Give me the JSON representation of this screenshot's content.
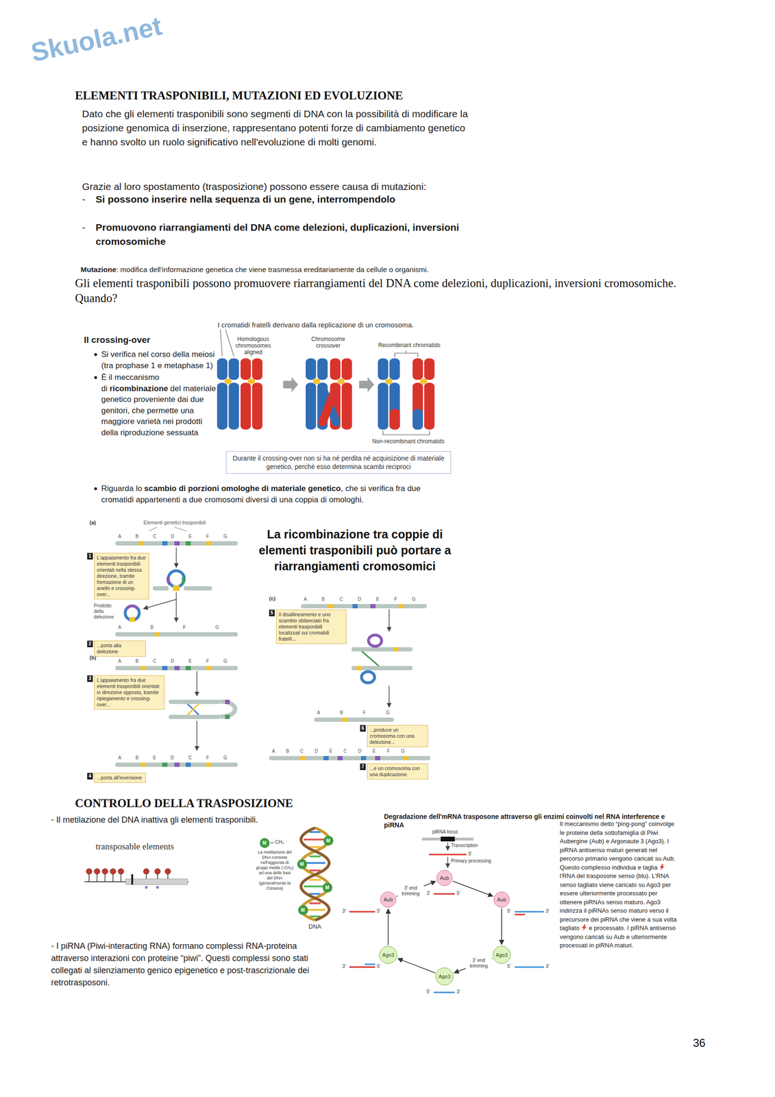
{
  "diagram": {
    "title": "ELEMENTI TRASPONIBILI, MUTAZIONI ED EVOLUZIONE",
    "nodes": [
      {
        "text": [
          "Durante il crossing-over non si ha né perdita né acquisizione di materiale genetico, perché esso determina scambi reciproci"
        ]
      },
      {
        "text": [
          "1",
          "L'appaiamento fra due elementi trasponibili orientati nella stessa direzione, tramite formazione di un anello e crossing-over..."
        ]
      },
      {
        "text": [
          "2",
          "...porta alla delezione"
        ]
      },
      {
        "text": [
          "3",
          "L'appaiamento fra due elementi trasponibili orientati in direzione opposta, tramite ripiegamento e crossing-over..."
        ]
      },
      {
        "text": [
          "4",
          "...porta all'inversione"
        ]
      },
      {
        "text": [
          "5",
          "Il disallineamento e uno scambio sbilanciato fra elementi trasponibili localizzati sui cromatidi fratelli..."
        ]
      },
      {
        "text": [
          "6",
          "...produce un cromosoma con una delezione..."
        ]
      },
      {
        "text": [
          "7",
          "...e un cromosoma con una duplicazione."
        ]
      },
      {
        "text": [
          "M"
        ]
      },
      {
        "text": [
          "M"
        ]
      },
      {
        "text": [
          "M"
        ]
      },
      {
        "text": [
          "M"
        ]
      },
      {
        "text": [
          "M"
        ]
      },
      {
        "text": [
          "Aub"
        ]
      },
      {
        "text": [
          "Aub"
        ]
      },
      {
        "text": [
          "Aub"
        ]
      },
      {
        "text": [
          "Ago3"
        ]
      },
      {
        "text": [
          "Ago3"
        ]
      },
      {
        "text": [
          "Ago3"
        ]
      }
    ],
    "edges": [
      {
        "from": 13,
        "to": 15,
        "arrow": "to"
      },
      {
        "from": 15,
        "to": 17,
        "arrow": "to"
      },
      {
        "from": 17,
        "to": 18,
        "arrow": "to",
        "label": "3' end trimming"
      },
      {
        "from": 18,
        "to": 16,
        "arrow": "to"
      },
      {
        "from": 16,
        "to": 14,
        "arrow": "to"
      },
      {
        "from": 14,
        "to": 13,
        "arrow": "to",
        "label": "3' end trimming"
      }
    ],
    "labels": [
      "Dato che gli elementi trasponibili sono segmenti di DNA con la possibilità di modificare la posizione genomica di inserzione, rappresentano potenti forze di cambiamento genetico e hanno svolto un ruolo significativo nell'evoluzione di molti genomi.",
      "Grazie al loro spostamento (trasposizione) possono essere causa di mutazioni:",
      "-",
      "Si possono inserire nella sequenza di un gene, interrompendolo",
      "-",
      "Promuovono riarrangiamenti del DNA come delezioni, duplicazioni, inversioni cromosomiche",
      "Mutazione",
      ": modifica dell'informazione genetica che viene trasmessa ereditariamente da cellule o organismi.",
      "Gli elementi trasponibili possono promuovere riarrangiamenti del DNA come delezioni, duplicazioni, inversioni cromosomiche. Quando?",
      "I cromatidi fratelli derivano dalla replicazione di un cromosoma.",
      "Il crossing-over",
      "Si verifica nel corso della meiosi (tra prophase 1 e metaphase 1)",
      "È il meccanismo di",
      "ricombinazione",
      "del materiale genetico proveniente dai due genitori, che permette una maggiore varietà nei prodotti della riproduzione sessuata",
      "Homologous chromosomes aligned",
      "Chromosome crossover",
      "Recombinant chromatids",
      "Non-recombinant chromatids",
      "Riguarda lo",
      "scambio di porzioni omologhe di materiale genetico",
      ", che si verifica fra due cromatidi appartenenti a due cromosomi diversi di una coppia di omologhi.",
      "La ricombinazione tra coppie di elementi trasponibili può portare a riarrangiamenti cromosomici",
      "(a)",
      "Elementi genetici trasponibili",
      "A B C D E F G",
      "Prodotto della delezione",
      "A B F G",
      "(b)",
      "A B C D E F G",
      "A B E D C F G",
      "(c)",
      "A B C D E F G",
      "A B F G",
      "A B C D E C D E F G",
      "CONTROLLO DELLA TRASPOSIZIONE",
      "- Il metilazione del DNA inattiva gli elementi trasponibili.",
      "transposable elements",
      "CH₃",
      "La metilazione del DNA consiste nell'aggiunta di gruppi metile (-CH₃) ad una delle basi del DNA (generalmente la Citosina)",
      "DNA",
      "- I piRNA (Piwi-interacting RNA) formano complessi RNA-proteina attraverso interazioni con proteine “piwi”. Questi complessi sono stati collegati al silenziamento genico epigenetico e post-trascrizionale dei retrotrasposoni.",
      "Degradazione dell'mRNA trasposone attraverso gli enzimi coinvolti nel RNA interference e piRNA",
      "piRNA locus",
      "Transcription",
      "5'",
      "Primary processing",
      "3'",
      "5'",
      "3'",
      "5'",
      "5'",
      "3'",
      "3'",
      "5'",
      "5'",
      "3'",
      "5'",
      "3'",
      "Il meccanismo detto “ping-pong” coinvolge le proteine della sottofamiglia di Piwi Aubergine (Aub) e Argonaute 3 (Ago3). I piRNA antisenso maturi generati nel percorso primario vengono caricati su Aub. Questo complesso individua e taglia",
      "l'RNA del trasposone senso (blu). L'RNA senso tagliato viene caricato su Ago3 per essere ulteriormente processato per ottenere piRNAs senso maturo. Ago3 indirizza il piRNAs senso maturo verso il precursore dei piRNA che viene a sua volta tagliato",
      "e processato. I piRNA antisenso vengono caricati su Aub e ulteriormente processati in piRNA maturi.",
      "36",
      "Skuola.net"
    ]
  }
}
